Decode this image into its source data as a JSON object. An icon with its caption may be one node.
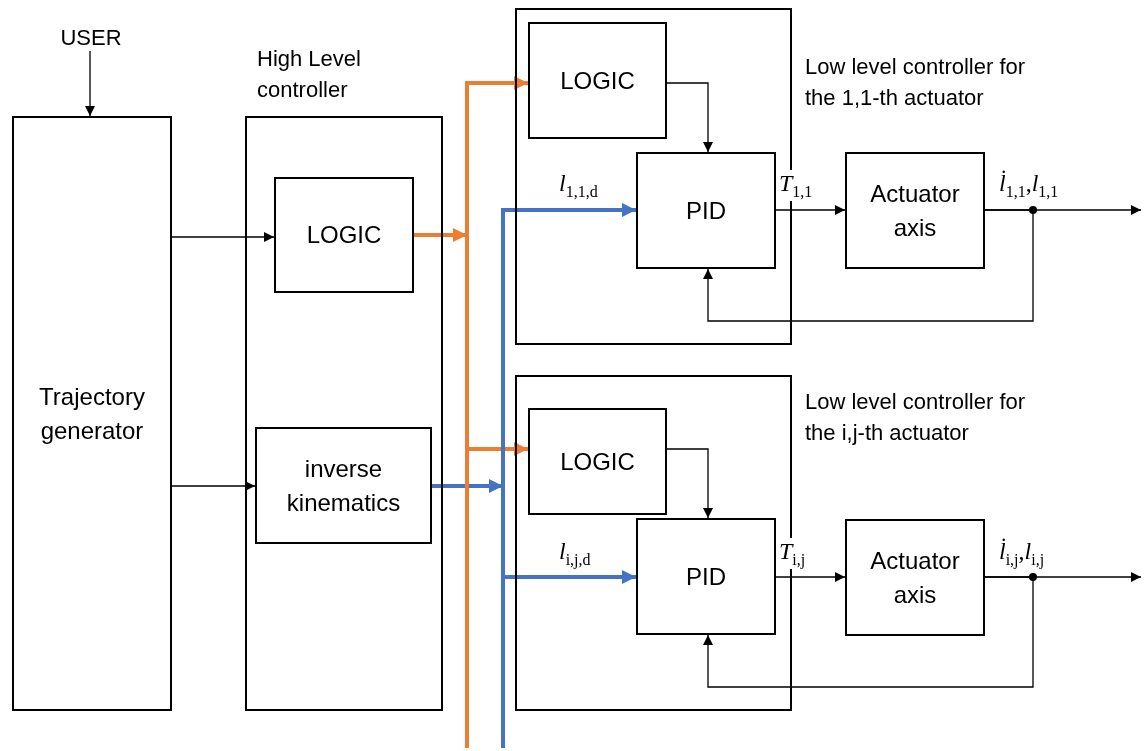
{
  "diagram": {
    "nodes": [
      {
        "text": [
          "USER"
        ]
      },
      {
        "text": [
          "Trajectory generator"
        ]
      },
      {
        "text": [
          "High Level controller"
        ]
      },
      {
        "text": [
          "LOGIC"
        ],
        "in": 2
      },
      {
        "text": [
          "inverse kinematics"
        ],
        "in": 2
      },
      {
        "text": [
          "Low level controller for the 1,1-th actuator"
        ]
      },
      {
        "text": [
          "LOGIC"
        ],
        "in": 5
      },
      {
        "text": [
          "PID"
        ],
        "in": 5
      },
      {
        "text": [
          "Actuator axis"
        ]
      },
      {
        "text": [
          "Low level controller for the i,j-th actuator"
        ]
      },
      {
        "text": [
          "LOGIC"
        ],
        "in": 9
      },
      {
        "text": [
          "PID"
        ],
        "in": 9
      },
      {
        "text": [
          "Actuator axis"
        ]
      }
    ],
    "edges": [
      {
        "from": 0,
        "to": 1,
        "arrow": "to"
      },
      {
        "from": 1,
        "to": 3,
        "arrow": "to"
      },
      {
        "from": 1,
        "to": 4,
        "arrow": "to"
      },
      {
        "from": 3,
        "to": 6,
        "arrow": "to",
        "style": "thick",
        "color": "#ed7d31"
      },
      {
        "from": 3,
        "to": 10,
        "arrow": "to",
        "style": "thick",
        "color": "#ed7d31"
      },
      {
        "from": 4,
        "to": 7,
        "arrow": "to",
        "style": "thick",
        "color": "#4472c4",
        "label": "*l*$_{1,1,d}$"
      },
      {
        "from": 4,
        "to": 11,
        "arrow": "to",
        "style": "thick",
        "color": "#4472c4",
        "label": "*l*$_{i,j,d}$"
      },
      {
        "from": 6,
        "to": 7,
        "arrow": "to"
      },
      {
        "from": 7,
        "to": 8,
        "arrow": "to",
        "label": "*T*$_{1,1}$"
      },
      {
        "from": 8,
        "to": null,
        "arrow": "to",
        "label": "*l̇*$_{1,1}$,*l*$_{1,1}$"
      },
      {
        "from": 8,
        "to": 7,
        "arrow": "to"
      },
      {
        "from": 10,
        "to": 11,
        "arrow": "to"
      },
      {
        "from": 11,
        "to": 12,
        "arrow": "to",
        "label": "*T*$_{i,j}$"
      },
      {
        "from": 12,
        "to": null,
        "arrow": "to",
        "label": "*l̇*$_{i,j}$,*l*$_{i,j}$"
      },
      {
        "from": 12,
        "to": 11,
        "arrow": "to"
      }
    ]
  }
}
